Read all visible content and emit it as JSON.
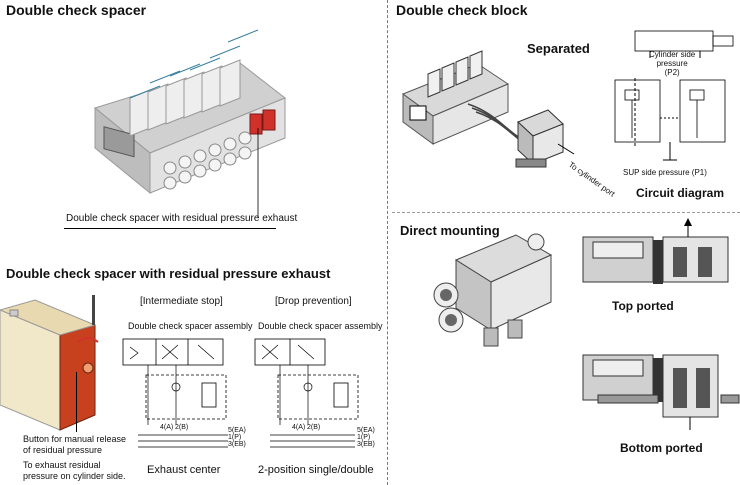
{
  "left": {
    "title": "Double check spacer",
    "photo_caption": "Double check spacer with residual pressure exhaust",
    "section_title": "Double check spacer with residual pressure exhaust",
    "manual_release": [
      "Button for manual release",
      "of residual pressure"
    ],
    "exhaust_note": [
      "To exhaust residual",
      "pressure on cylinder side."
    ],
    "intermediate": {
      "heading": "[Intermediate stop]",
      "assembly_label": "Double check spacer assembly",
      "ports": [
        "4(A)",
        "2(B)"
      ],
      "lines": [
        "5(EA)",
        "1(P)",
        "3(EB)"
      ],
      "caption": "Exhaust center"
    },
    "drop": {
      "heading": "[Drop prevention]",
      "assembly_label": "Double check spacer assembly",
      "ports": [
        "4(A)",
        "2(B)"
      ],
      "lines": [
        "5(EA)",
        "1(P)",
        "3(EB)"
      ],
      "caption": "2-position single/double"
    }
  },
  "right": {
    "title": "Double check block",
    "separated_label": "Separated",
    "to_cylinder": "To cylinder port",
    "circuit": {
      "top_label": [
        "Cylinder side",
        "pressure",
        "(P2)"
      ],
      "bottom_label": "SUP side pressure (P1)",
      "caption": "Circuit diagram"
    },
    "direct_label": "Direct mounting",
    "top_ported": "Top ported",
    "bottom_ported": "Bottom ported"
  },
  "colors": {
    "accent_red": "#c8411e",
    "valve_blue": "#6cb5d6",
    "body_grey": "#d9d9d9"
  }
}
